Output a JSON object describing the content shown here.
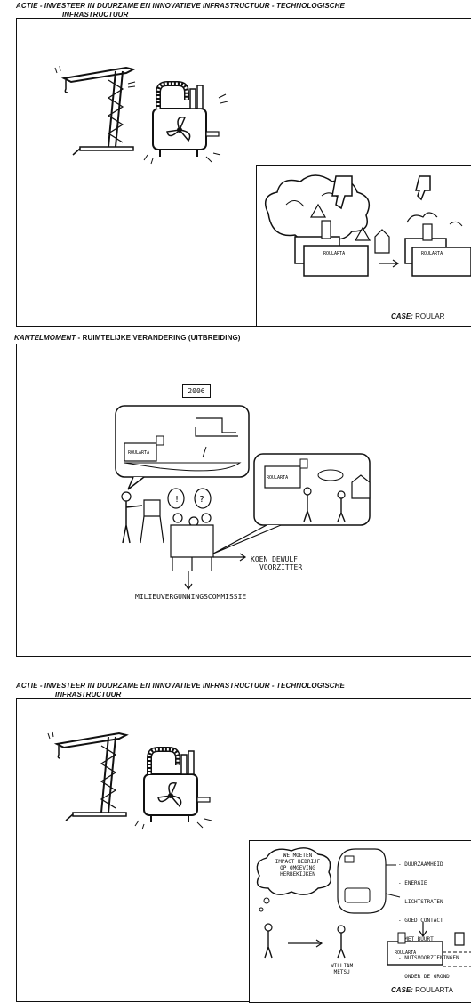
{
  "section1": {
    "prefix": "ACTIE",
    "title": " - INVESTEER IN DUURZAME EN INNOVATIEVE INFRASTRUCTUUR - TECHNOLOGISCHE",
    "subtitle": "INFRASTRUCTUUR",
    "case_label": "CASE:",
    "case_name": " ROULAR",
    "sketch_labels": {
      "factory_sign_left": "ROULARTA",
      "factory_sign_right": "ROULARTA"
    }
  },
  "section2": {
    "prefix": "KANTELMOMENT",
    "title": " - RUIMTELIJKE VERANDERING (UITBREIDING)",
    "year": "2006",
    "sign_top": "ROULARTA",
    "sign_right": "ROULARTA",
    "bubble_1": "!",
    "bubble_2": "?",
    "person_label_line1": "KOEN DEWULF",
    "person_label_line2": "VOORZITTER",
    "committee_label": "MILIEUVERGUNNINGSCOMMISSIE"
  },
  "section3": {
    "prefix": "ACTIE",
    "title": " - INVESTEER IN DUURZAME EN INNOVATIEVE INFRASTRUCTUUR - TECHNOLOGISCHE",
    "subtitle": "INFRASTRUCTUUR",
    "thought_lines": [
      "WE MOETEN",
      "IMPACT BEDRIJF",
      "OP OMGEVING",
      "HERBEKIJKEN"
    ],
    "list_items": [
      "- DUURZAAMHEID",
      "- ENERGIE",
      "- LICHTSTRATEN",
      "- GOED CONTACT",
      "  MET BUURT",
      "- NUTSVOORZIENINGEN",
      "  ONDER DE GROND"
    ],
    "person_name_line1": "WILLIAM",
    "person_name_line2": "METSU",
    "factory_sign": "ROULARTA",
    "case_label": "CASE:",
    "case_name": " ROULARTA"
  }
}
